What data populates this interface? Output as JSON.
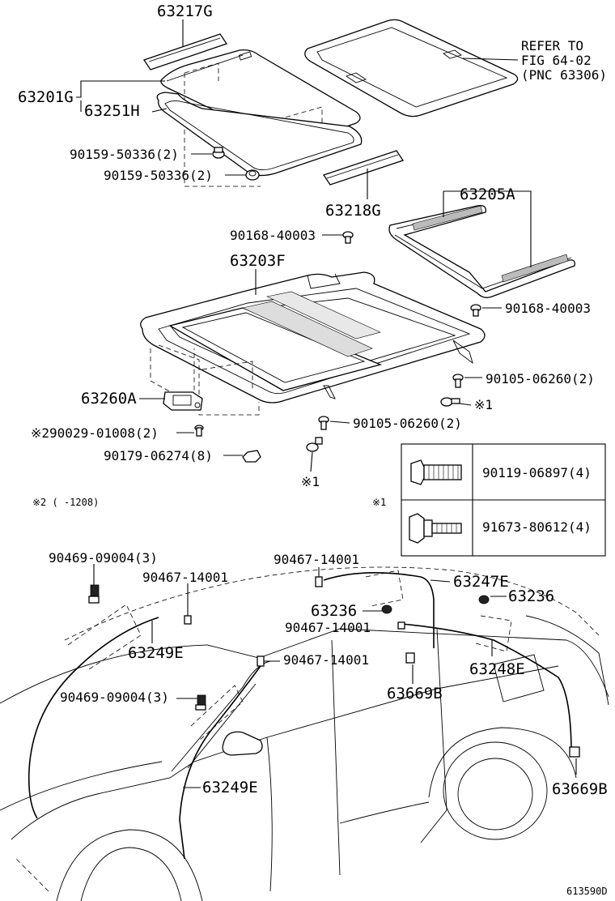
{
  "labels": {
    "p63217G": "63217G",
    "p63201G": "63201G",
    "p63251H": "63251H",
    "refer1": "REFER TO",
    "refer2": "FIG 64-02",
    "refer3": "(PNC 63306)",
    "bolt1": "90159-50336(2)",
    "bolt2": "90159-50336(2)",
    "p63218G": "63218G",
    "p63205A": "63205A",
    "screwA": "90168-40003",
    "p63203F": "63203F",
    "screwB": "90168-40003",
    "screwC": "90105-06260(2)",
    "mark1a": "※1",
    "p63260A": "63260A",
    "screwD": "※290029-01008(2)",
    "screwE": "90105-06260(2)",
    "nut1": "90179-06274(8)",
    "mark1b": "※1",
    "footnote": "※2 (    -1208)",
    "tableMark": "※1",
    "clip1": "90469-09004(3)",
    "clip2": "90467-14001",
    "p63249E_top": "63249E",
    "clip3": "90467-14001",
    "clip4": "90469-09004(3)",
    "p63249E_bottom": "63249E",
    "clip5": "90467-14001",
    "p63247E": "63247E",
    "p63236a": "63236",
    "p63236b": "63236",
    "clip6": "90467-14001",
    "p63669B_a": "63669B",
    "p63248E": "63248E",
    "p63669B_b": "63669B",
    "figureNo": "613590D"
  },
  "table": {
    "rows": [
      {
        "part": "90119-06897(4)",
        "icon": "bolt-long-icon"
      },
      {
        "part": "91673-80612(4)",
        "icon": "bolt-flange-icon"
      }
    ]
  }
}
